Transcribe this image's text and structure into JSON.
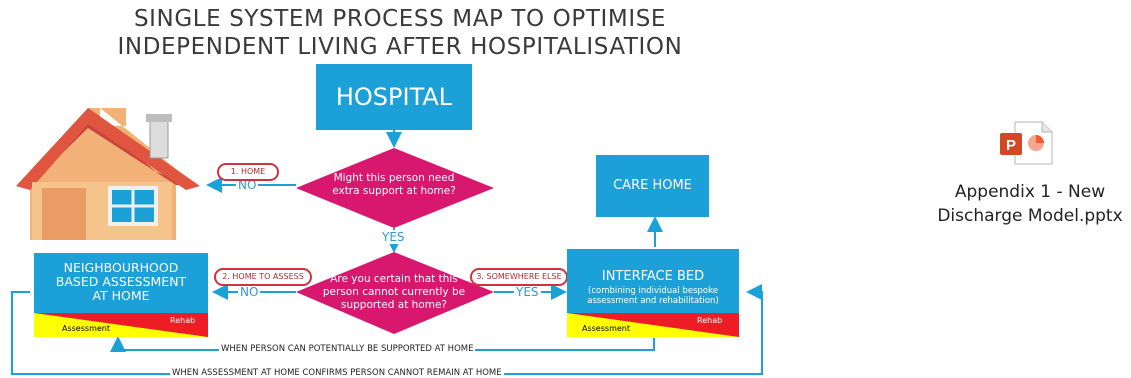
{
  "diagram": {
    "title_line1": "SINGLE SYSTEM PROCESS MAP TO OPTIMISE",
    "title_line2": "INDEPENDENT LIVING AFTER HOSPITALISATION",
    "hospital": "HOSPITAL",
    "care_home": "CARE HOME",
    "q1_line1": "Might this person need",
    "q1_line2": "extra support at home?",
    "q2_line1": "Are you certain that this",
    "q2_line2": "person cannot currently be",
    "q2_line3": "supported at home?",
    "yes_down": "YES",
    "no_1": "NO",
    "no_2": "NO",
    "yes_right": "YES",
    "pill_home": "1. HOME",
    "pill_home_assess": "2. HOME TO ASSESS",
    "pill_somewhere_else": "3. SOMEWHERE ELSE",
    "nba_line1": "NEIGHBOURHOOD",
    "nba_line2": "BASED ASSESSMENT",
    "nba_line3": "AT HOME",
    "interface_title": "INTERFACE BED",
    "interface_sub1": "(combining individual bespoke",
    "interface_sub2": "assessment and rehabilitation)",
    "assessment_left": "Assessment",
    "rehab_left": "Rehab",
    "assessment_right": "Assessment",
    "rehab_right": "Rehab",
    "loop_inner": "WHEN PERSON CAN POTENTIALLY BE SUPPORTED AT HOME",
    "loop_outer": "WHEN ASSESSMENT AT HOME CONFIRMS PERSON CANNOT REMAIN AT HOME"
  },
  "attachment": {
    "icon": "powerpoint-icon",
    "filename_line1": "Appendix 1 - New",
    "filename_line2": "Discharge Model.pptx"
  },
  "colors": {
    "box_blue": "#1ba1d8",
    "decision_magenta": "#d8186e",
    "pill_red": "#d0333d",
    "assessment_yellow": "#ffff00",
    "rehab_red": "#ee1c24",
    "powerpoint_orange": "#d24726"
  }
}
